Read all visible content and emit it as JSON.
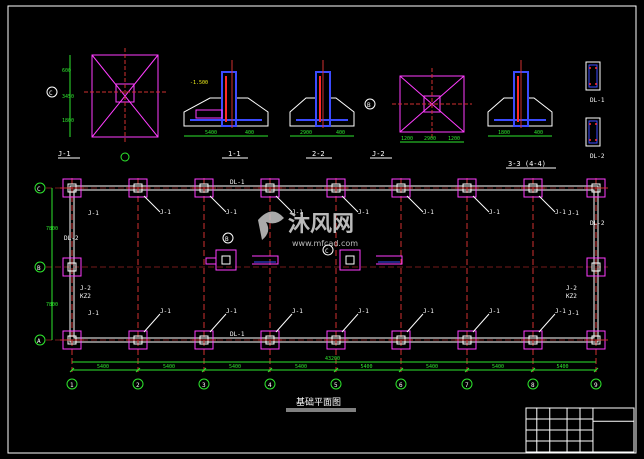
{
  "drawing": {
    "title": "基础平面图",
    "colors": {
      "background": "#000000",
      "frame": "#ffffff",
      "column": "#ff3dff",
      "beam": "#ffffff",
      "axis": "#d13030",
      "dimension": "#2ee62e",
      "text": "#ffffff",
      "rebar": "#3b4bff",
      "anchor": "#ff2a2a",
      "annotation": "#33dddd",
      "elevation": "#f2f21a"
    },
    "watermark": {
      "brand": "沐风网",
      "url": "www.mfcad.com"
    }
  },
  "grid": {
    "column_axes": [
      "1",
      "2",
      "3",
      "4",
      "5",
      "6",
      "7",
      "8",
      "9"
    ],
    "row_axes": [
      "C",
      "B",
      "A"
    ],
    "bay_dims": [
      "5400",
      "5400",
      "5400",
      "5400",
      "5400",
      "5400",
      "5400",
      "5400"
    ],
    "total_dim": "43200",
    "row_dims": [
      "7800",
      "7800"
    ],
    "footing_label": "J-1",
    "edge_beam_label": "DL-1",
    "side_beam_label": "DL-2",
    "middle_footing_label": "J-2",
    "middle_column_label": "KZ2"
  },
  "details": {
    "plan_j1": {
      "label": "J-1",
      "axis": "C",
      "dims_left": [
        "600",
        "3450",
        "1800"
      ]
    },
    "sec_1_1": {
      "label": "1-1",
      "dims": [
        "5400",
        "400"
      ]
    },
    "sec_2_2": {
      "label": "2-2",
      "dims": [
        "2900",
        "400"
      ]
    },
    "plan_j2": {
      "label": "J-2",
      "axis": "B",
      "dims_bottom": [
        "1200",
        "2900",
        "1200"
      ]
    },
    "sec_3_3": {
      "label": "3-3 (4-4)",
      "dims": [
        "1800",
        "400"
      ]
    },
    "dl_1": {
      "label": "DL-1"
    },
    "dl_2": {
      "label": "DL-2"
    },
    "callout_b": "B",
    "callout_c": "C",
    "elev_label": "-1.500"
  },
  "title_block": {
    "rows": 4,
    "cols": 7
  }
}
